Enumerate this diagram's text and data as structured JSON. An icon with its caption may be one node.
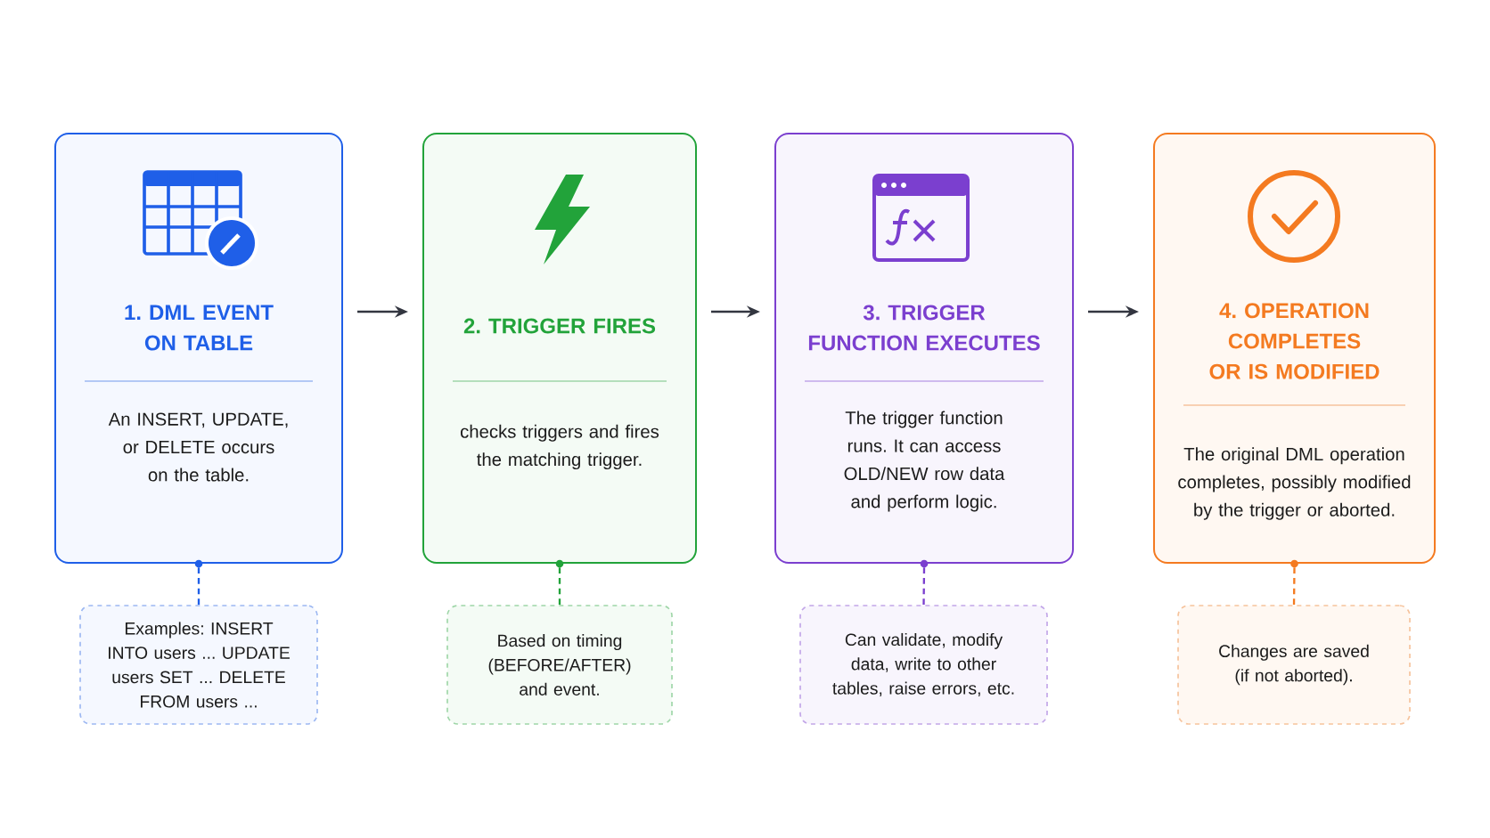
{
  "diagram": {
    "nodes": [
      {
        "text": [
          "1. DML EVENT ON TABLE",
          "An INSERT, UPDATE, or DELETE occurs on the table."
        ]
      },
      {
        "text": [
          "2. TRIGGER FIRES",
          "checks triggers and fires the matching trigger."
        ]
      },
      {
        "text": [
          "3. TRIGGER FUNCTION EXECUTES",
          "The trigger function runs. It can access OLD/NEW row data and perform logic."
        ]
      },
      {
        "text": [
          "4. OPERATION COMPLETES OR IS MODIFIED",
          "The original DML operation completes, possibly modified by the trigger or aborted."
        ]
      },
      {
        "text": [
          "Examples: INSERT INTO users ... UPDATE users SET ... DELETE FROM users ..."
        ]
      },
      {
        "text": [
          "Based on timing (BEFORE/AFTER) and event."
        ]
      },
      {
        "text": [
          "Can validate, modify data, write to other tables, raise errors, etc."
        ]
      },
      {
        "text": [
          "Changes are saved (if not aborted)."
        ]
      }
    ],
    "edges": [
      {
        "from": 0,
        "to": 1,
        "arrow": "to"
      },
      {
        "from": 1,
        "to": 2,
        "arrow": "to"
      },
      {
        "from": 2,
        "to": 3,
        "arrow": "to"
      },
      {
        "from": 0,
        "to": 4,
        "arrow": "none",
        "style": "dashed",
        "color": "#1f5fe8"
      },
      {
        "from": 1,
        "to": 5,
        "arrow": "none",
        "style": "dashed",
        "color": "#22a33a"
      },
      {
        "from": 2,
        "to": 6,
        "arrow": "none",
        "style": "dashed",
        "color": "#7b3fcf"
      },
      {
        "from": 3,
        "to": 7,
        "arrow": "none",
        "style": "dashed",
        "color": "#f47a20"
      }
    ]
  }
}
